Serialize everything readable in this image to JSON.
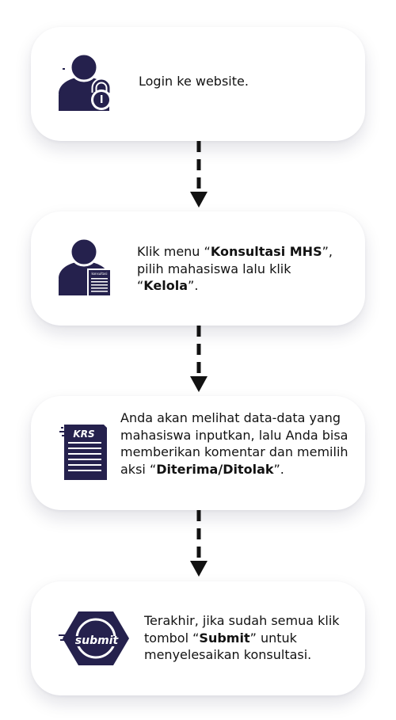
{
  "steps": [
    {
      "icon": "user-lock-icon",
      "segments": [
        {
          "text": "Login ke website.",
          "bold": false
        }
      ]
    },
    {
      "icon": "user-document-icon",
      "document_label": "konsultasi",
      "segments": [
        {
          "text": "Klik menu “",
          "bold": false
        },
        {
          "text": "Konsultasi MHS",
          "bold": true
        },
        {
          "text": "”, pilih mahasiswa lalu klik “",
          "bold": false
        },
        {
          "text": "Kelola",
          "bold": true
        },
        {
          "text": "”.",
          "bold": false
        }
      ]
    },
    {
      "icon": "krs-document-icon",
      "document_label": "KRS",
      "segments": [
        {
          "text": "Anda akan melihat data-data yang mahasiswa inputkan, lalu Anda bisa memberikan komentar dan memilih aksi “",
          "bold": false
        },
        {
          "text": "Diterima/Ditolak",
          "bold": true
        },
        {
          "text": "”.",
          "bold": false
        }
      ]
    },
    {
      "icon": "submit-badge-icon",
      "badge_label": "submit",
      "segments": [
        {
          "text": "Terakhir, jika sudah semua klik tombol “",
          "bold": false
        },
        {
          "text": "Submit",
          "bold": true
        },
        {
          "text": "” untuk menyelesaikan konsultasi.",
          "bold": false
        }
      ]
    }
  ],
  "colors": {
    "icon_navy": "#25214d",
    "text": "#121212",
    "arrow": "#121212"
  }
}
